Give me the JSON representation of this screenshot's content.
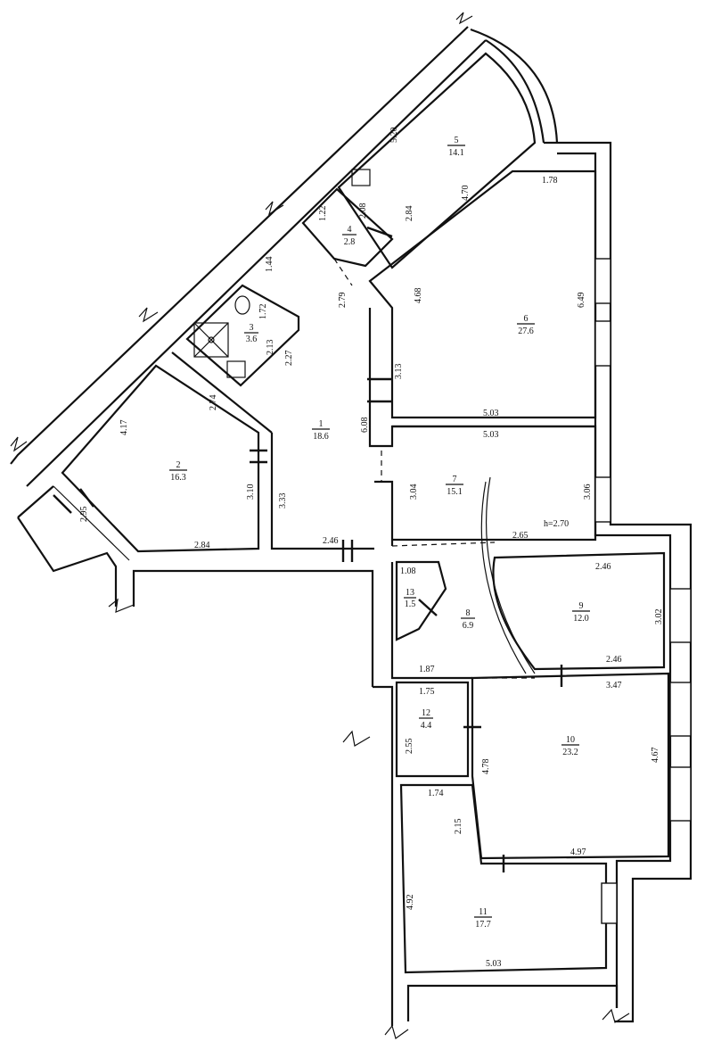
{
  "rooms": [
    {
      "num": "1",
      "area": "18.6"
    },
    {
      "num": "2",
      "area": "16.3"
    },
    {
      "num": "3",
      "area": "3.6"
    },
    {
      "num": "4",
      "area": "2.8"
    },
    {
      "num": "5",
      "area": "14.1"
    },
    {
      "num": "6",
      "area": "27.6"
    },
    {
      "num": "7",
      "area": "15.1"
    },
    {
      "num": "8",
      "area": "6.9"
    },
    {
      "num": "9",
      "area": "12.0"
    },
    {
      "num": "10",
      "area": "23.2"
    },
    {
      "num": "11",
      "area": "17.7"
    },
    {
      "num": "12",
      "area": "4.4"
    },
    {
      "num": "13",
      "area": "1.5"
    }
  ],
  "dims": {
    "d520": "5.20",
    "d470": "4.70",
    "d284a": "2.84",
    "d208": "2.08",
    "d122": "1.22",
    "d178": "1.78",
    "d649": "6.49",
    "d468": "4.68",
    "d503a": "5.03",
    "d503b": "5.03",
    "d313": "3.13",
    "d608": "6.08",
    "d144": "1.44",
    "d279": "2.79",
    "d172": "1.72",
    "d213": "2.13",
    "d227": "2.27",
    "d274": "2.74",
    "d417": "4.17",
    "d310": "3.10",
    "d333": "3.33",
    "d295": "2.95",
    "d284b": "2.84",
    "d246a": "2.46",
    "d304": "3.04",
    "d306": "3.06",
    "d265": "2.65",
    "height": "h=2.70",
    "d108": "1.08",
    "d246b": "2.46",
    "d302": "3.02",
    "d246c": "2.46",
    "d187": "1.87",
    "d175": "1.75",
    "d347": "3.47",
    "d255": "2.55",
    "d478": "4.78",
    "d467": "4.67",
    "d174": "1.74",
    "d215": "2.15",
    "d497": "4.97",
    "d492": "4.92",
    "d503c": "5.03"
  },
  "colors": {
    "line": "#111111",
    "background": "#ffffff"
  }
}
